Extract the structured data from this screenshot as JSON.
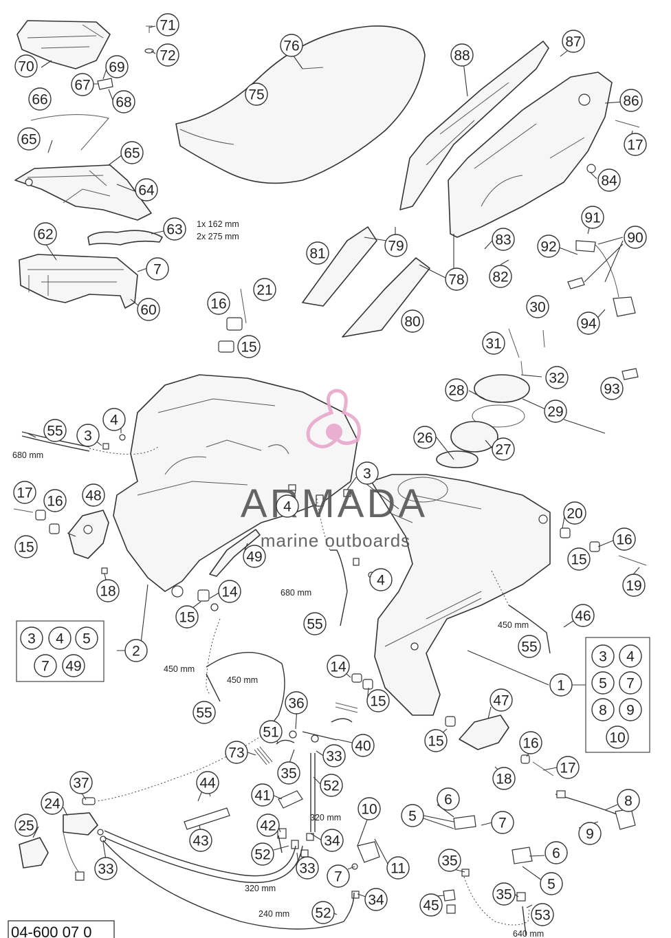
{
  "document_number": "04-600 07 0",
  "watermark": {
    "brand": "ARMADA",
    "tagline": "marine outboards",
    "color": "#e8a8cc"
  },
  "callouts": [
    {
      "n": "70"
    },
    {
      "n": "71"
    },
    {
      "n": "72"
    },
    {
      "n": "69"
    },
    {
      "n": "67"
    },
    {
      "n": "68"
    },
    {
      "n": "66"
    },
    {
      "n": "65"
    },
    {
      "n": "65"
    },
    {
      "n": "64"
    },
    {
      "n": "63"
    },
    {
      "n": "62"
    },
    {
      "n": "7"
    },
    {
      "n": "60"
    },
    {
      "n": "76"
    },
    {
      "n": "75"
    },
    {
      "n": "88"
    },
    {
      "n": "87"
    },
    {
      "n": "86"
    },
    {
      "n": "17"
    },
    {
      "n": "84"
    },
    {
      "n": "81"
    },
    {
      "n": "79"
    },
    {
      "n": "78"
    },
    {
      "n": "80"
    },
    {
      "n": "83"
    },
    {
      "n": "82"
    },
    {
      "n": "91"
    },
    {
      "n": "90"
    },
    {
      "n": "92"
    },
    {
      "n": "94"
    },
    {
      "n": "21"
    },
    {
      "n": "16"
    },
    {
      "n": "15"
    },
    {
      "n": "30"
    },
    {
      "n": "31"
    },
    {
      "n": "32"
    },
    {
      "n": "93"
    },
    {
      "n": "28"
    },
    {
      "n": "29"
    },
    {
      "n": "26"
    },
    {
      "n": "27"
    },
    {
      "n": "55"
    },
    {
      "n": "4"
    },
    {
      "n": "3"
    },
    {
      "n": "3"
    },
    {
      "n": "4"
    },
    {
      "n": "17"
    },
    {
      "n": "16"
    },
    {
      "n": "48"
    },
    {
      "n": "15"
    },
    {
      "n": "49"
    },
    {
      "n": "4"
    },
    {
      "n": "18"
    },
    {
      "n": "14"
    },
    {
      "n": "15"
    },
    {
      "n": "20"
    },
    {
      "n": "16"
    },
    {
      "n": "15"
    },
    {
      "n": "19"
    },
    {
      "n": "46"
    },
    {
      "n": "55"
    },
    {
      "n": "55"
    },
    {
      "n": "2"
    },
    {
      "n": "3"
    },
    {
      "n": "4"
    },
    {
      "n": "5"
    },
    {
      "n": "7"
    },
    {
      "n": "49"
    },
    {
      "n": "1"
    },
    {
      "n": "3"
    },
    {
      "n": "4"
    },
    {
      "n": "5"
    },
    {
      "n": "7"
    },
    {
      "n": "8"
    },
    {
      "n": "9"
    },
    {
      "n": "10"
    },
    {
      "n": "55"
    },
    {
      "n": "14"
    },
    {
      "n": "15"
    },
    {
      "n": "36"
    },
    {
      "n": "51"
    },
    {
      "n": "40"
    },
    {
      "n": "73"
    },
    {
      "n": "33"
    },
    {
      "n": "35"
    },
    {
      "n": "52"
    },
    {
      "n": "47"
    },
    {
      "n": "15"
    },
    {
      "n": "16"
    },
    {
      "n": "18"
    },
    {
      "n": "17"
    },
    {
      "n": "44"
    },
    {
      "n": "37"
    },
    {
      "n": "41"
    },
    {
      "n": "24"
    },
    {
      "n": "25"
    },
    {
      "n": "43"
    },
    {
      "n": "42"
    },
    {
      "n": "33"
    },
    {
      "n": "52"
    },
    {
      "n": "33"
    },
    {
      "n": "34"
    },
    {
      "n": "10"
    },
    {
      "n": "11"
    },
    {
      "n": "7"
    },
    {
      "n": "5"
    },
    {
      "n": "6"
    },
    {
      "n": "7"
    },
    {
      "n": "6"
    },
    {
      "n": "5"
    },
    {
      "n": "8"
    },
    {
      "n": "9"
    },
    {
      "n": "35"
    },
    {
      "n": "35"
    },
    {
      "n": "45"
    },
    {
      "n": "53"
    },
    {
      "n": "34"
    },
    {
      "n": "52"
    }
  ],
  "measurements": [
    {
      "text": "1x 162 mm"
    },
    {
      "text": "2x 275 mm"
    },
    {
      "text": "680 mm"
    },
    {
      "text": "680 mm"
    },
    {
      "text": "450 mm"
    },
    {
      "text": "450 mm"
    },
    {
      "text": "450 mm"
    },
    {
      "text": "320 mm"
    },
    {
      "text": "320 mm"
    },
    {
      "text": "240 mm"
    },
    {
      "text": "640 mm"
    }
  ]
}
